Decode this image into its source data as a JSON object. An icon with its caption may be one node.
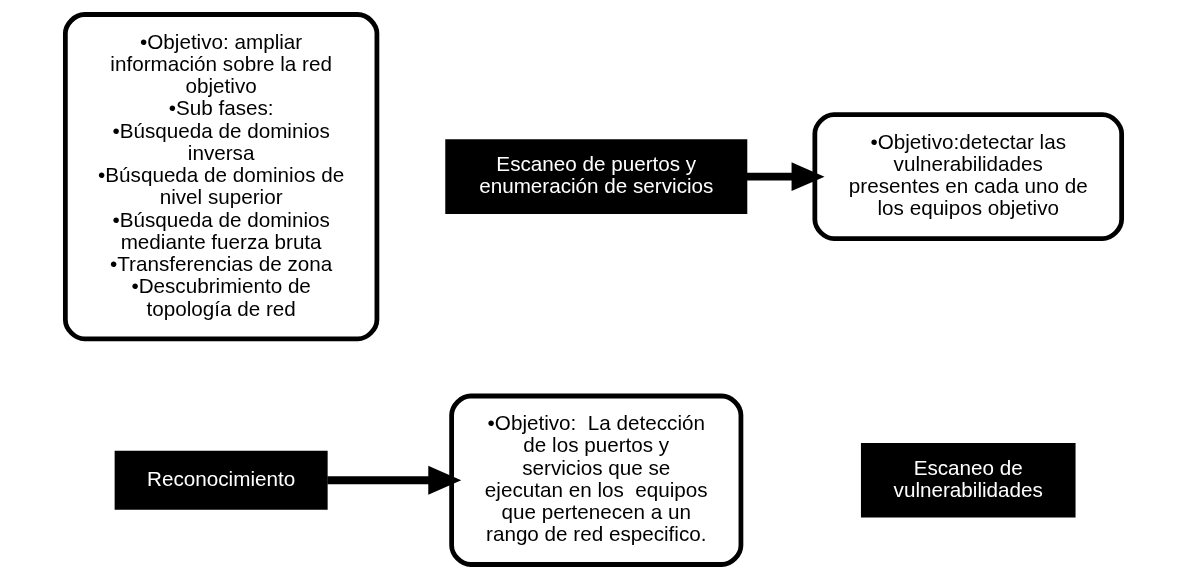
{
  "diagram": {
    "nodes": [
      {
        "text": [
          "•Objetivo: ampliar información sobre la red objetivo",
          "•Sub fases:",
          "•Búsqueda de dominios inversa",
          "•Búsqueda de dominios de nivel superior",
          "•Búsqueda de dominios mediante fuerza bruta",
          "•Transferencias de zona",
          "•Descubrimiento de topología de red"
        ]
      },
      {
        "text": [
          "Reconocimiento"
        ]
      },
      {
        "text": [
          "Escaneo de puertos y enumeración de servicios"
        ]
      },
      {
        "text": [
          "•Objetivo:  La detección de los puertos y servicios que se ejecutan en los  equipos que pertenecen a un rango de red especifico."
        ]
      },
      {
        "text": [
          "•Objetivo:detectar las vulnerabilidades presentes en cada uno de los equipos objetivo"
        ]
      },
      {
        "text": [
          "Escaneo de vulnerabilidades"
        ]
      }
    ],
    "edges": [
      {
        "from": 1,
        "to": 3,
        "arrow": "to"
      },
      {
        "from": 2,
        "to": 4,
        "arrow": "to"
      }
    ]
  }
}
